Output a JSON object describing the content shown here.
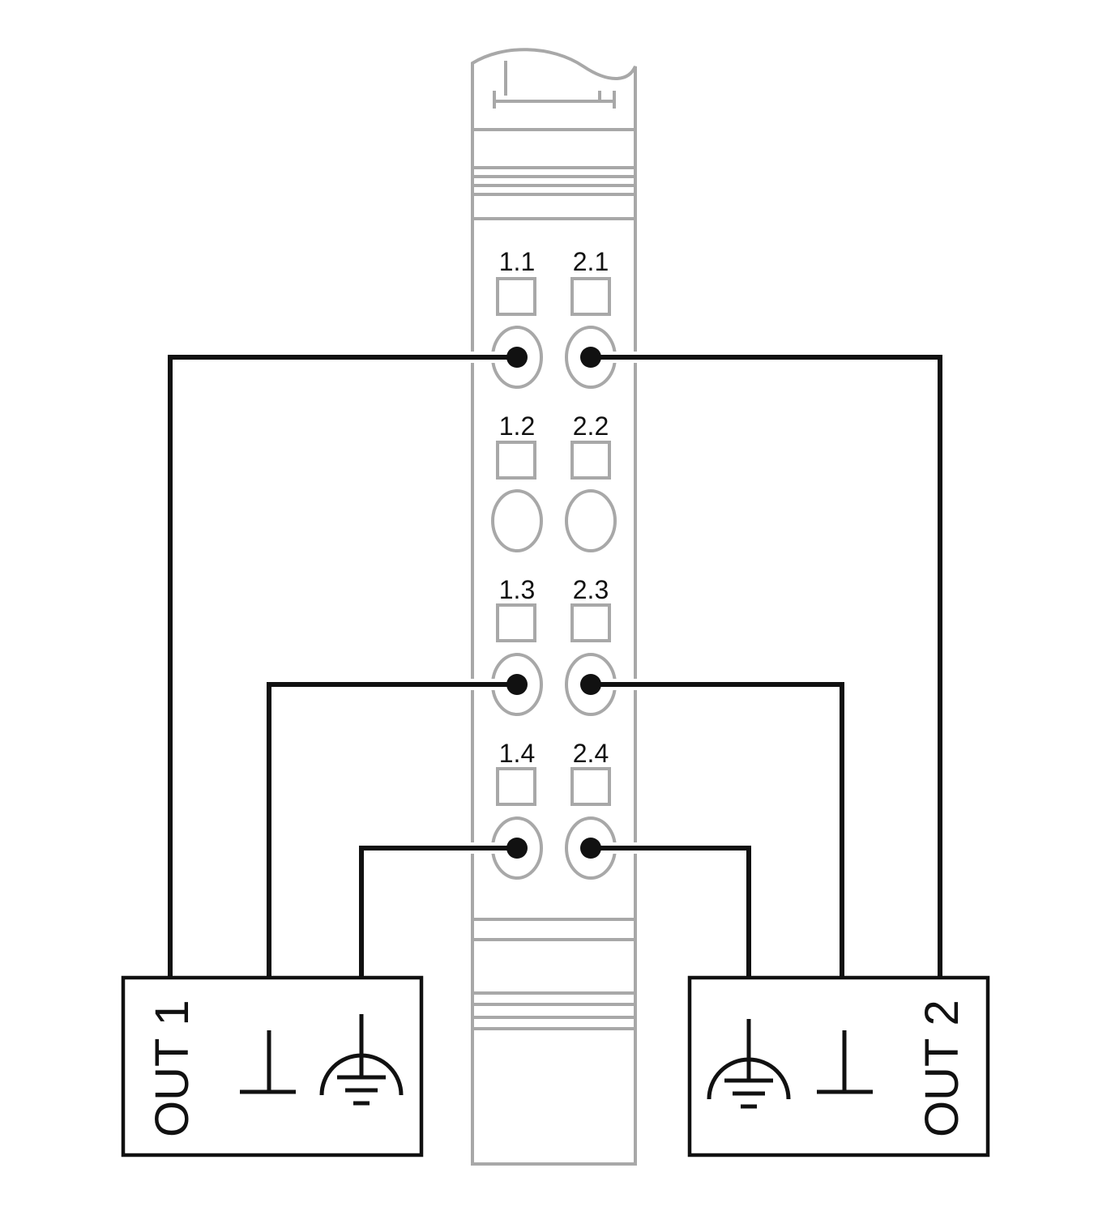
{
  "terminals": {
    "t11": "1.1",
    "t21": "2.1",
    "t12": "1.2",
    "t22": "2.2",
    "t13": "1.3",
    "t23": "2.3",
    "t14": "1.4",
    "t24": "2.4"
  },
  "outputs": {
    "out1": "OUT 1",
    "out2": "OUT 2"
  },
  "colors": {
    "module_outline": "#a8a8a8",
    "wiring": "#111111",
    "background": "#ffffff"
  },
  "icons": [
    "ground-symbol",
    "earth-ground-symbol",
    "connection-dot"
  ]
}
